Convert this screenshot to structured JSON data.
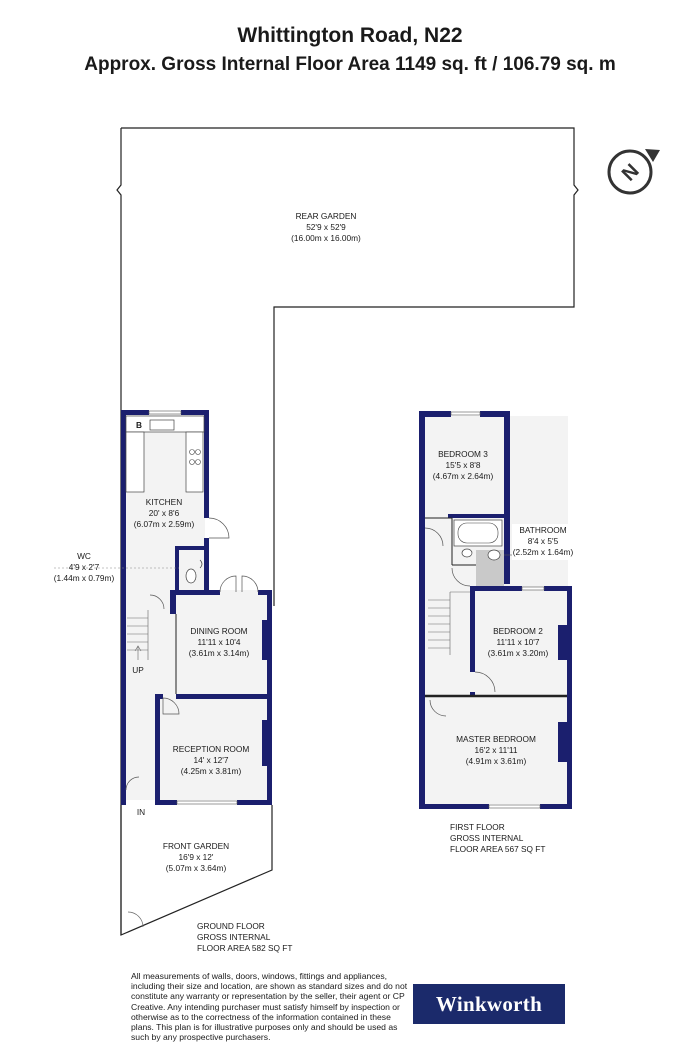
{
  "header": {
    "title": "Whittington Road, N22",
    "subtitle": "Approx. Gross Internal Floor Area 1149 sq. ft / 106.79 sq. m"
  },
  "compass": {
    "letter": "N"
  },
  "rooms": {
    "rear_garden": {
      "name": "REAR GARDEN",
      "imperial": "52'9 x 52'9",
      "metric": "(16.00m x 16.00m)"
    },
    "kitchen": {
      "name": "KITCHEN",
      "imperial": "20' x 8'6",
      "metric": "(6.07m x 2.59m)"
    },
    "wc": {
      "name": "WC",
      "imperial": "4'9 x 2'7",
      "metric": "(1.44m x 0.79m)"
    },
    "dining": {
      "name": "DINING ROOM",
      "imperial": "11'11 x 10'4",
      "metric": "(3.61m x 3.14m)"
    },
    "reception": {
      "name": "RECEPTION ROOM",
      "imperial": "14' x 12'7",
      "metric": "(4.25m x 3.81m)"
    },
    "front_garden": {
      "name": "FRONT GARDEN",
      "imperial": "16'9 x 12'",
      "metric": "(5.07m x 3.64m)"
    },
    "bedroom3": {
      "name": "BEDROOM 3",
      "imperial": "15'5 x 8'8",
      "metric": "(4.67m x 2.64m)"
    },
    "bathroom": {
      "name": "BATHROOM",
      "imperial": "8'4 x 5'5",
      "metric": "(2.52m x 1.64m)"
    },
    "bedroom2": {
      "name": "BEDROOM 2",
      "imperial": "11'11 x 10'7",
      "metric": "(3.61m x 3.20m)"
    },
    "master": {
      "name": "MASTER BEDROOM",
      "imperial": "16'2 x 11'11",
      "metric": "(4.91m x 3.61m)"
    }
  },
  "markers": {
    "boiler": "B",
    "up": "UP",
    "in": "IN"
  },
  "floors": {
    "ground": {
      "line1": "GROUND FLOOR",
      "line2": "GROSS INTERNAL",
      "line3": "FLOOR AREA 582 SQ FT"
    },
    "first": {
      "line1": "FIRST FLOOR",
      "line2": "GROSS INTERNAL",
      "line3": "FLOOR AREA 567 SQ FT"
    }
  },
  "disclaimer": "All measurements of walls, doors, windows, fittings and appliances, including their size and location, are shown as standard sizes and do not constitute any warranty or representation by the seller, their agent or CP Creative. Any intending purchaser must satisfy himself by inspection or otherwise as to the correctness of the information contained in these plans. This plan is for illustrative purposes only and should be used as such by any prospective purchasers.",
  "brand": {
    "name": "Winkworth",
    "color": "#1b2a6b"
  },
  "colors": {
    "wall": "#1b1f6e",
    "room_fill": "#f3f3f3",
    "outline": "#222222"
  }
}
